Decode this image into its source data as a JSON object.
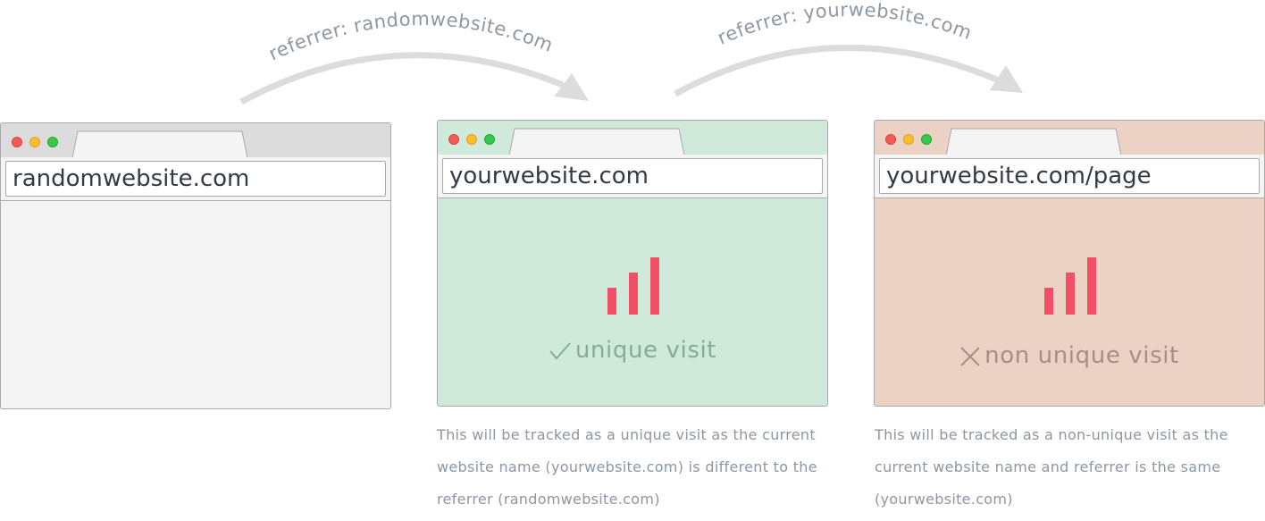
{
  "arrows": [
    {
      "label": "referrer: randomwebsite.com"
    },
    {
      "label": "referrer: yourwebsite.com"
    }
  ],
  "browsers": [
    {
      "url": "randomwebsite.com"
    },
    {
      "url": "yourwebsite.com",
      "verdict": "unique visit",
      "verdict_icon": "checkmark-icon"
    },
    {
      "url": "yourwebsite.com/page",
      "verdict": "non unique visit",
      "verdict_icon": "cross-icon"
    }
  ],
  "descriptions": [
    "This will be tracked as a unique visit as the current website name (yourwebsite.com) is different to the referrer (randomwebsite.com)",
    "This will be tracked as a non-unique visit as the current website name and referrer is the same (yourwebsite.com)"
  ],
  "colors": {
    "neutral_window": "#f4f4f4",
    "unique_window": "#cfe9db",
    "non_unique_window": "#ecd2c4",
    "stats_bars": "#f24f67",
    "arrow": "#dcdcdc"
  }
}
